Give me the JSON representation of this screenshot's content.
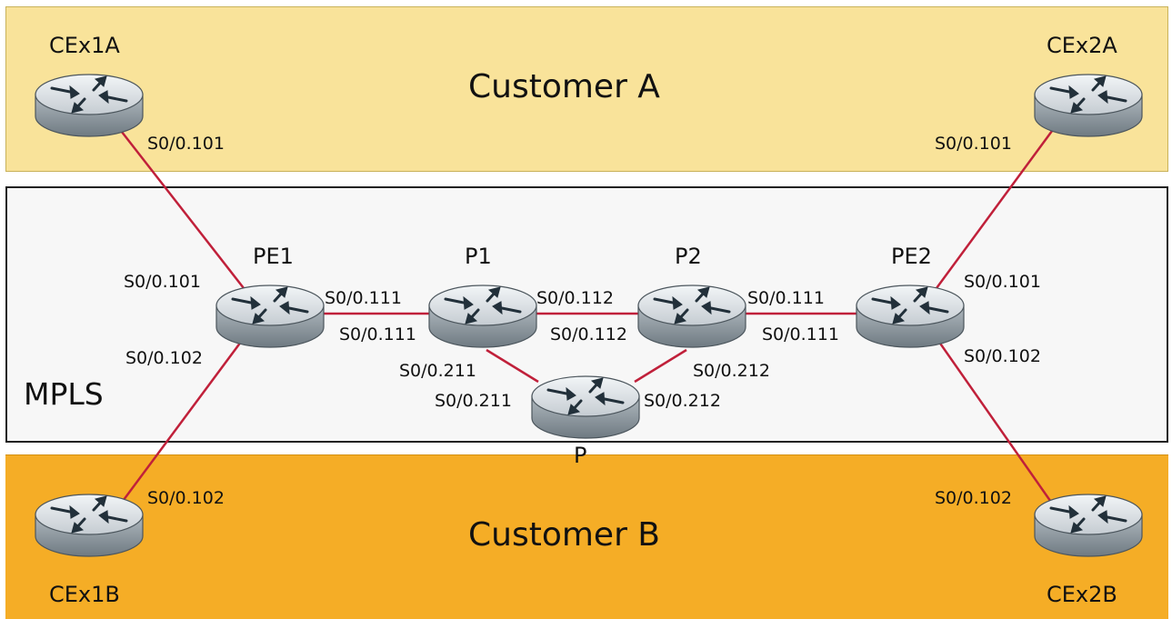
{
  "zones": {
    "customer_a": "Customer A",
    "mpls": "MPLS",
    "customer_b": "Customer B"
  },
  "colors": {
    "customer_a_fill": "#f9e39a",
    "customer_b_fill": "#f5ad26",
    "mpls_fill": "#f7f7f7",
    "link": "#c0203a",
    "router_body": "#b9c2c8"
  },
  "routers": {
    "cex1a": "CEx1A",
    "cex2a": "CEx2A",
    "cex1b": "CEx1B",
    "cex2b": "CEx2B",
    "pe1": "PE1",
    "p1": "P1",
    "p2": "P2",
    "pe2": "PE2",
    "p": "P"
  },
  "interfaces": {
    "cex1a_s0_0_101": "S0/0.101",
    "cex2a_s0_0_101": "S0/0.101",
    "pe1_s0_0_101": "S0/0.101",
    "pe1_s0_0_102": "S0/0.102",
    "pe1_s0_0_111": "S0/0.111",
    "p1_s0_0_111": "S0/0.111",
    "p1_s0_0_112": "S0/0.112",
    "p2_s0_0_112": "S0/0.112",
    "p2_s0_0_111": "S0/0.111",
    "pe2_s0_0_111": "S0/0.111",
    "pe2_s0_0_101": "S0/0.101",
    "pe2_s0_0_102": "S0/0.102",
    "p1_s0_0_211": "S0/0.211",
    "p_s0_0_211": "S0/0.211",
    "p2_s0_0_212": "S0/0.212",
    "p_s0_0_212": "S0/0.212",
    "cex1b_s0_0_102": "S0/0.102",
    "cex2b_s0_0_102": "S0/0.102"
  }
}
